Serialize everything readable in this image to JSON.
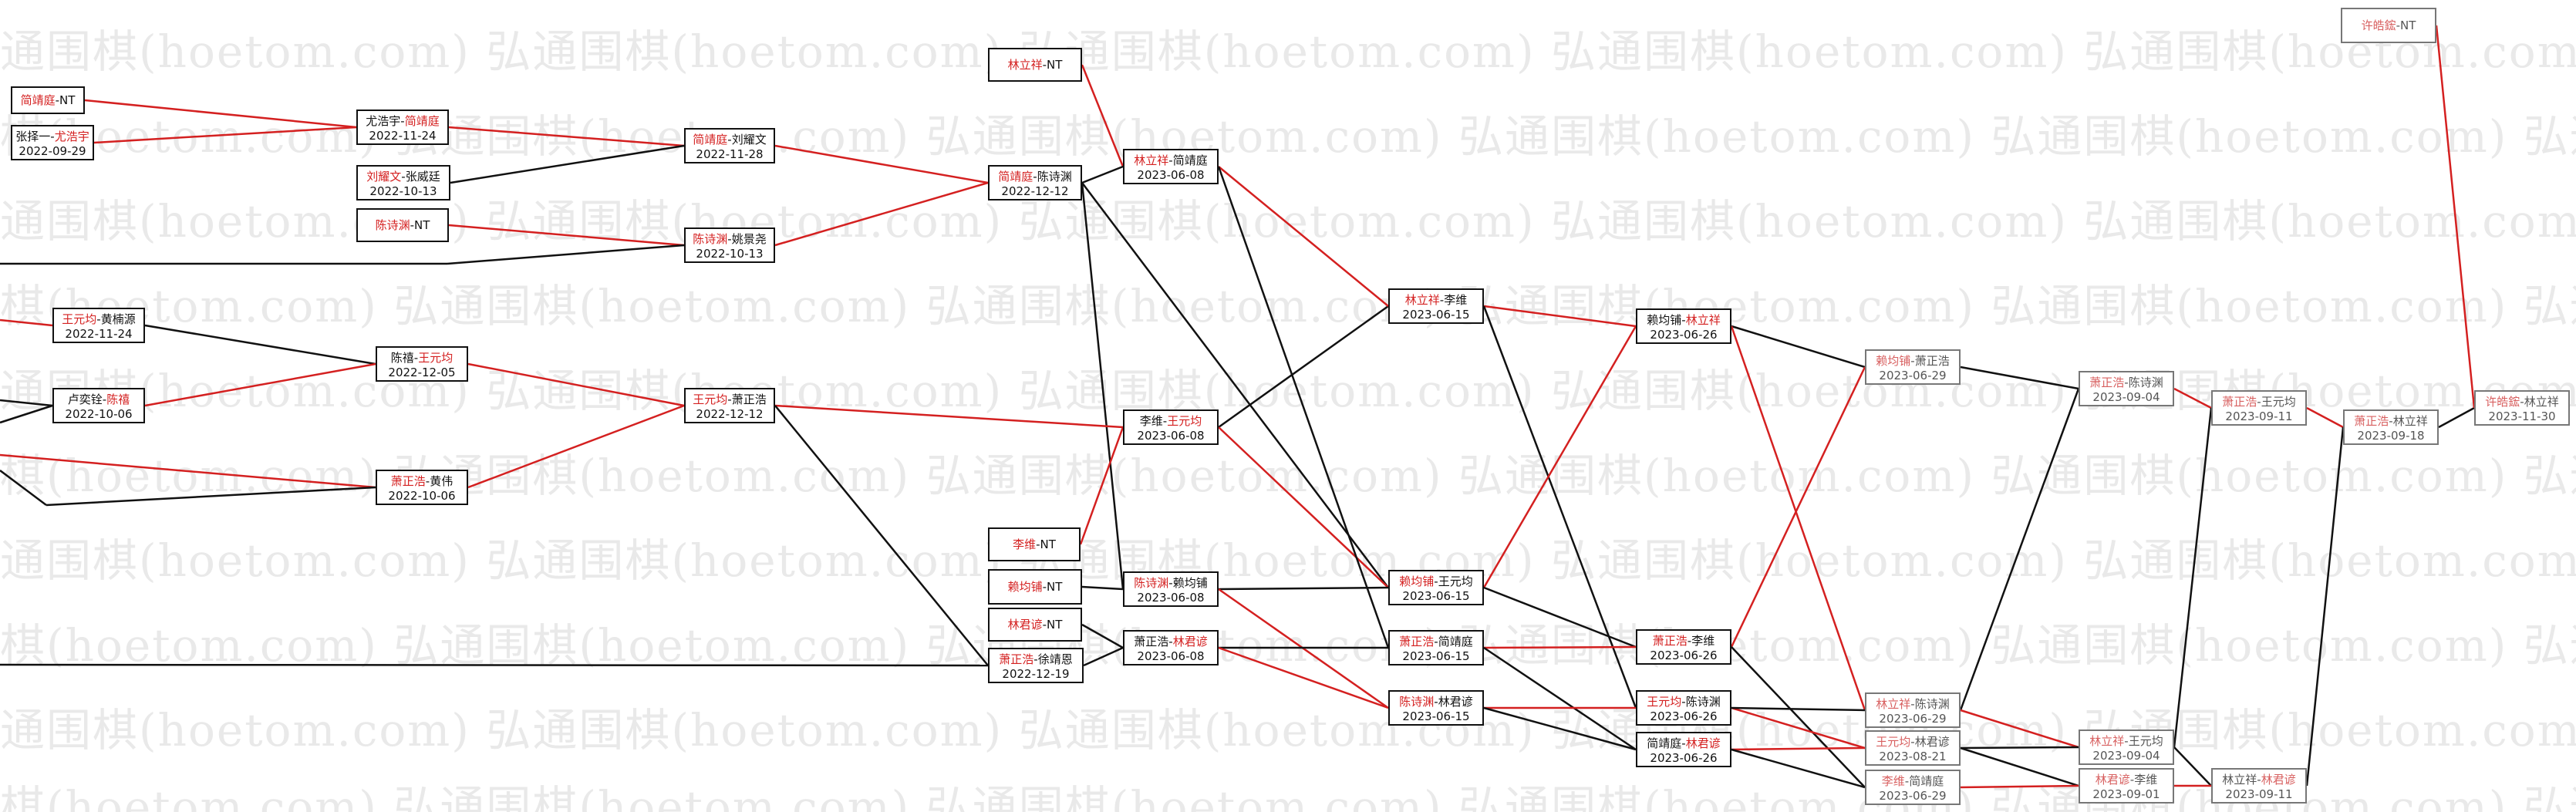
{
  "watermark": {
    "text": "弘通围棋(hoetom.com)"
  },
  "colors": {
    "winner": "#d42020",
    "line_red": "#d42020",
    "line_black": "#111111"
  },
  "nodes": [
    {
      "id": "n1",
      "p1": "简靖庭",
      "p2": "NT",
      "date": "",
      "win": 1
    },
    {
      "id": "n2",
      "p1": "张择一",
      "p2": "尤浩宇",
      "date": "2022-09-29",
      "win": 2
    },
    {
      "id": "n3",
      "p1": "尤浩宇",
      "p2": "简靖庭",
      "date": "2022-11-24",
      "win": 2
    },
    {
      "id": "n4",
      "p1": "刘耀文",
      "p2": "张威廷",
      "date": "2022-10-13",
      "win": 1
    },
    {
      "id": "n5",
      "p1": "陈诗渊",
      "p2": "NT",
      "date": "",
      "win": 1
    },
    {
      "id": "n6",
      "p1": "简靖庭",
      "p2": "刘耀文",
      "date": "2022-11-28",
      "win": 1
    },
    {
      "id": "n7",
      "p1": "陈诗渊",
      "p2": "姚景尧",
      "date": "2022-10-13",
      "win": 1
    },
    {
      "id": "n8",
      "p1": "林立祥",
      "p2": "NT",
      "date": "",
      "win": 1
    },
    {
      "id": "n9",
      "p1": "简靖庭",
      "p2": "陈诗渊",
      "date": "2022-12-12",
      "win": 1
    },
    {
      "id": "n10",
      "p1": "林立祥",
      "p2": "简靖庭",
      "date": "2023-06-08",
      "win": 1
    },
    {
      "id": "n11",
      "p1": "王元均",
      "p2": "黄楠源",
      "date": "2022-11-24",
      "win": 1
    },
    {
      "id": "n12",
      "p1": "卢奕铨",
      "p2": "陈禧",
      "date": "2022-10-06",
      "win": 2
    },
    {
      "id": "n13",
      "p1": "陈禧",
      "p2": "王元均",
      "date": "2022-12-05",
      "win": 2
    },
    {
      "id": "n14",
      "p1": "萧正浩",
      "p2": "黄伟",
      "date": "2022-10-06",
      "win": 1
    },
    {
      "id": "n15",
      "p1": "王元均",
      "p2": "萧正浩",
      "date": "2022-12-12",
      "win": 1
    },
    {
      "id": "n16",
      "p1": "李维",
      "p2": "王元均",
      "date": "2023-06-08",
      "win": 2
    },
    {
      "id": "n17",
      "p1": "李维",
      "p2": "NT",
      "date": "",
      "win": 1
    },
    {
      "id": "n18",
      "p1": "赖均铺",
      "p2": "NT",
      "date": "",
      "win": 1
    },
    {
      "id": "n19",
      "p1": "林君谚",
      "p2": "NT",
      "date": "",
      "win": 1
    },
    {
      "id": "n20",
      "p1": "萧正浩",
      "p2": "徐靖恩",
      "date": "2022-12-19",
      "win": 1
    },
    {
      "id": "n21",
      "p1": "陈诗渊",
      "p2": "赖均铺",
      "date": "2023-06-08",
      "win": 1
    },
    {
      "id": "n22",
      "p1": "萧正浩",
      "p2": "林君谚",
      "date": "2023-06-08",
      "win": 2
    },
    {
      "id": "n23",
      "p1": "林立祥",
      "p2": "李维",
      "date": "2023-06-15",
      "win": 1
    },
    {
      "id": "n24",
      "p1": "赖均铺",
      "p2": "王元均",
      "date": "2023-06-15",
      "win": 1
    },
    {
      "id": "n25",
      "p1": "萧正浩",
      "p2": "简靖庭",
      "date": "2023-06-15",
      "win": 1
    },
    {
      "id": "n26",
      "p1": "陈诗渊",
      "p2": "林君谚",
      "date": "2023-06-15",
      "win": 1
    },
    {
      "id": "n27",
      "p1": "赖均铺",
      "p2": "林立祥",
      "date": "2023-06-26",
      "win": 2
    },
    {
      "id": "n28",
      "p1": "萧正浩",
      "p2": "李维",
      "date": "2023-06-26",
      "win": 1
    },
    {
      "id": "n29",
      "p1": "王元均",
      "p2": "陈诗渊",
      "date": "2023-06-26",
      "win": 1
    },
    {
      "id": "n30",
      "p1": "简靖庭",
      "p2": "林君谚",
      "date": "2023-06-26",
      "win": 2
    },
    {
      "id": "n31",
      "p1": "赖均铺",
      "p2": "萧正浩",
      "date": "2023-06-29",
      "win": 1
    },
    {
      "id": "n32",
      "p1": "林立祥",
      "p2": "陈诗渊",
      "date": "2023-06-29",
      "win": 1
    },
    {
      "id": "n33",
      "p1": "王元均",
      "p2": "林君谚",
      "date": "2023-08-21",
      "win": 1
    },
    {
      "id": "n34",
      "p1": "李维",
      "p2": "简靖庭",
      "date": "2023-06-29",
      "win": 1
    },
    {
      "id": "n35",
      "p1": "萧正浩",
      "p2": "陈诗渊",
      "date": "2023-09-04",
      "win": 1
    },
    {
      "id": "n36",
      "p1": "林立祥",
      "p2": "王元均",
      "date": "2023-09-04",
      "win": 1
    },
    {
      "id": "n37",
      "p1": "林君谚",
      "p2": "李维",
      "date": "2023-09-01",
      "win": 1
    },
    {
      "id": "n38",
      "p1": "萧正浩",
      "p2": "王元均",
      "date": "2023-09-11",
      "win": 1
    },
    {
      "id": "n39",
      "p1": "林立祥",
      "p2": "林君谚",
      "date": "2023-09-11",
      "win": 2
    },
    {
      "id": "n40",
      "p1": "萧正浩",
      "p2": "林立祥",
      "date": "2023-09-18",
      "win": 1
    },
    {
      "id": "n41",
      "p1": "许皓鋐",
      "p2": "NT",
      "date": "",
      "win": 1
    },
    {
      "id": "n42",
      "p1": "许皓鋐",
      "p2": "林立祥",
      "date": "2023-11-30",
      "win": 1
    }
  ]
}
